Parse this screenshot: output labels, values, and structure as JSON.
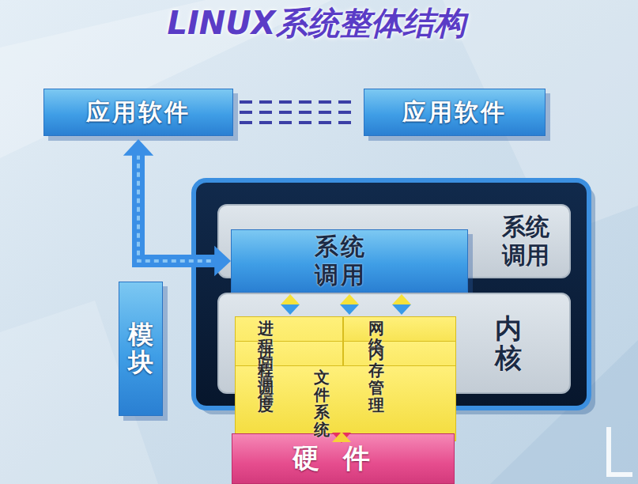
{
  "diagram": {
    "title": "LINUX系统整体结构",
    "nodes": [
      {
        "text": [
          "应用软件"
        ]
      },
      {
        "text": [
          "应用软件"
        ]
      },
      {
        "text": [
          "模块"
        ]
      },
      {
        "text": [
          "系统 调用"
        ]
      },
      {
        "text": [
          "系统调用"
        ],
        "in": 3
      },
      {
        "text": [
          "内核"
        ]
      },
      {
        "text": [
          "进程间通信"
        ],
        "in": 5
      },
      {
        "text": [
          "网络"
        ],
        "in": 5
      },
      {
        "text": [
          "进程调度"
        ],
        "in": 5
      },
      {
        "text": [
          "内存管理"
        ],
        "in": 5
      },
      {
        "text": [
          "文件系统"
        ],
        "in": 5
      },
      {
        "text": [
          "硬件"
        ]
      }
    ],
    "edges": [
      {
        "from": 0,
        "to": 1,
        "arrow": "none"
      },
      {
        "from": 0,
        "to": 4,
        "arrow": "both"
      },
      {
        "from": 4,
        "to": 6,
        "arrow": "both"
      },
      {
        "from": 4,
        "to": 7,
        "arrow": "both"
      },
      {
        "from": 4,
        "to": 7,
        "arrow": "both"
      },
      {
        "from": 10,
        "to": 11,
        "arrow": "both"
      }
    ]
  }
}
